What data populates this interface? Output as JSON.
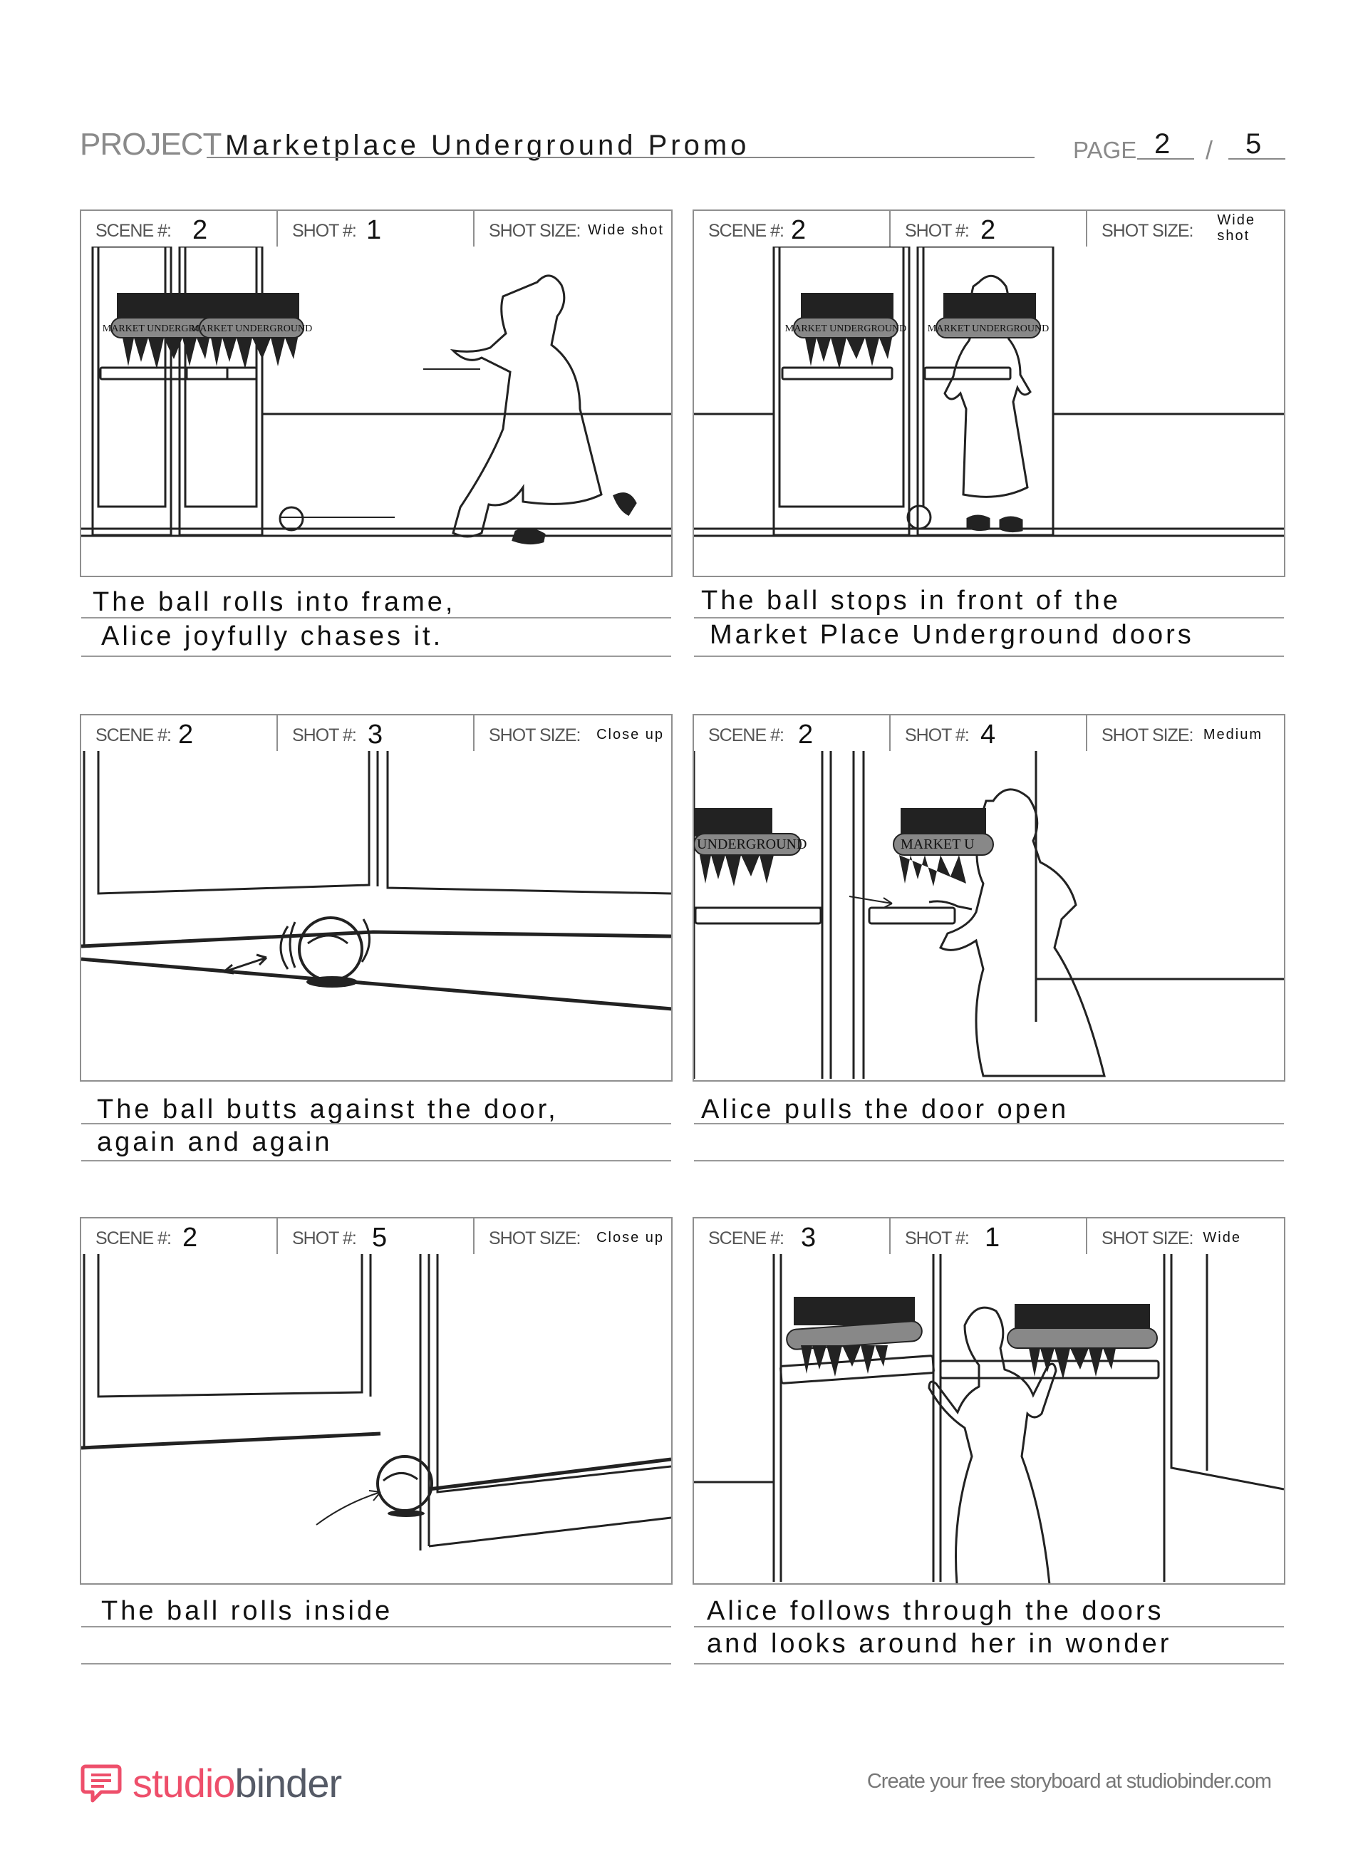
{
  "header": {
    "project_label": "PROJECT",
    "project_title": "Marketplace Underground Promo",
    "page_label": "PAGE",
    "page_current": "2",
    "page_separator": "/",
    "page_total": "5"
  },
  "labels": {
    "scene": "SCENE #:",
    "shot": "SHOT #:",
    "shot_size": "SHOT SIZE:"
  },
  "panels": [
    {
      "scene": "2",
      "shot": "1",
      "shot_size": "Wide shot",
      "caption_lines": [
        "The ball rolls into frame,",
        "Alice joyfully chases it."
      ]
    },
    {
      "scene": "2",
      "shot": "2",
      "shot_size_lines": [
        "Wide",
        "shot"
      ],
      "caption_lines": [
        "The ball stops in front of the",
        "Market Place Underground doors"
      ]
    },
    {
      "scene": "2",
      "shot": "3",
      "shot_size": "Close up",
      "caption_lines": [
        "The ball butts against the door,",
        "again and again"
      ]
    },
    {
      "scene": "2",
      "shot": "4",
      "shot_size": "Medium",
      "caption_lines": [
        "Alice pulls the door open",
        ""
      ]
    },
    {
      "scene": "2",
      "shot": "5",
      "shot_size": "Close up",
      "caption_lines": [
        "The ball rolls inside",
        ""
      ]
    },
    {
      "scene": "3",
      "shot": "1",
      "shot_size": "Wide",
      "caption_lines": [
        "Alice follows through the doors",
        "and looks around her in wonder"
      ]
    }
  ],
  "sign": {
    "text": "MARKET UNDERGROUND",
    "text_partial": "UNDERGROUND",
    "text_partial_2": "MARKET U"
  },
  "footer": {
    "brand_part1": "studio",
    "brand_part2": "binder",
    "cta": "Create your free storyboard at studiobinder.com",
    "logo_icon": "chat-bubble-icon"
  },
  "colors": {
    "brand_pink": "#ee4f6b",
    "brand_gray": "#555a66",
    "border": "#8f8f8f"
  }
}
